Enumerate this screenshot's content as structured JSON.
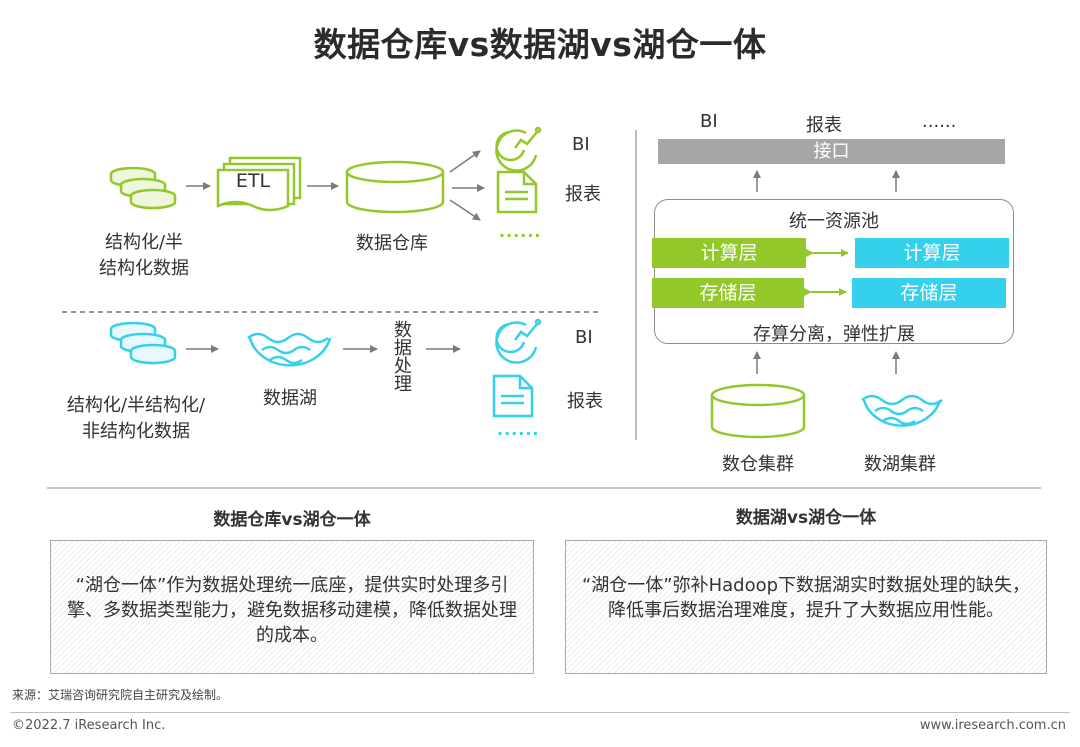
{
  "title": "数据仓库vs数据湖vs湖仓一体",
  "warehouse_flow": {
    "source_label_1": "结构化/半",
    "source_label_2": "结构化数据",
    "etl": "ETL",
    "warehouse": "数据仓库",
    "out_bi": "BI",
    "out_report": "报表",
    "out_more": "......"
  },
  "lake_flow": {
    "source_label_1": "结构化/半结构化/",
    "source_label_2": "非结构化数据",
    "lake": "数据湖",
    "processing": "数据处理",
    "out_bi": "BI",
    "out_report": "报表",
    "out_more": "......"
  },
  "lakehouse": {
    "top_bi": "BI",
    "top_report": "报表",
    "top_more": "......",
    "interface": "接口",
    "pool_title": "统一资源池",
    "compute_left": "计算层",
    "compute_right": "计算层",
    "storage_left": "存储层",
    "storage_right": "存储层",
    "pool_caption": "存算分离，弹性扩展",
    "cluster_warehouse": "数仓集群",
    "cluster_lake": "数湖集群"
  },
  "comparison": {
    "left_heading": "数据仓库vs湖仓一体",
    "left_text": "“湖仓一体”作为数据处理统一底座，提供实时处理多引擎、多数据类型能力，避免数据移动建模，降低数据处理的成本。",
    "right_heading": "数据湖vs湖仓一体",
    "right_text": "“湖仓一体”弥补Hadoop下数据湖实时数据处理的缺失，降低事后数据治理难度，提升了大数据应用性能。"
  },
  "source_note": "来源：艾瑞咨询研究院自主研究及绘制。",
  "footer_left": "©2022.7 iResearch Inc.",
  "footer_right": "www.iresearch.com.cn",
  "colors": {
    "green": "#92c82a",
    "cyan": "#35d0ec",
    "gray_bar": "#a6a6a6"
  }
}
